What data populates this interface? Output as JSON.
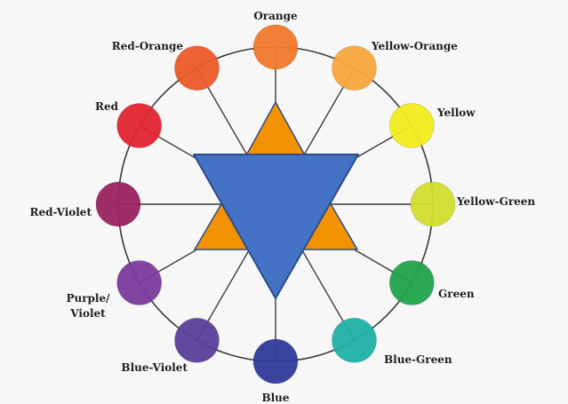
{
  "diagram": {
    "colors": [
      {
        "key": "orange",
        "label": "Orange",
        "hex": "#f0782a"
      },
      {
        "key": "yellow-orange",
        "label": "Yellow-Orange",
        "hex": "#f7a63c"
      },
      {
        "key": "yellow",
        "label": "Yellow",
        "hex": "#f2ec1c"
      },
      {
        "key": "yellow-green",
        "label": "Yellow-Green",
        "hex": "#d2dd2c"
      },
      {
        "key": "green",
        "label": "Green",
        "hex": "#21a24a"
      },
      {
        "key": "blue-green",
        "label": "Blue-Green",
        "hex": "#1fb1a6"
      },
      {
        "key": "blue",
        "label": "Blue",
        "hex": "#2f3a9a"
      },
      {
        "key": "blue-violet",
        "label": "Blue-Violet",
        "hex": "#5a3e9a"
      },
      {
        "key": "purple-violet",
        "label": "Purple/ Violet",
        "lines": [
          "Purple/",
          "Violet"
        ],
        "hex": "#7a3a9c"
      },
      {
        "key": "red-violet",
        "label": "Red-Violet",
        "hex": "#9a2360"
      },
      {
        "key": "red",
        "label": "Red",
        "hex": "#e22330"
      },
      {
        "key": "red-orange",
        "label": "Red-Orange",
        "hex": "#ec5a2a"
      }
    ],
    "triangle_colors": {
      "main": "#4472c4",
      "main_stroke": "#2a4c8c",
      "secondary": "#f39200",
      "secondary_stroke": "#2a4c8c"
    },
    "ring_color": "#3a3a3a"
  }
}
